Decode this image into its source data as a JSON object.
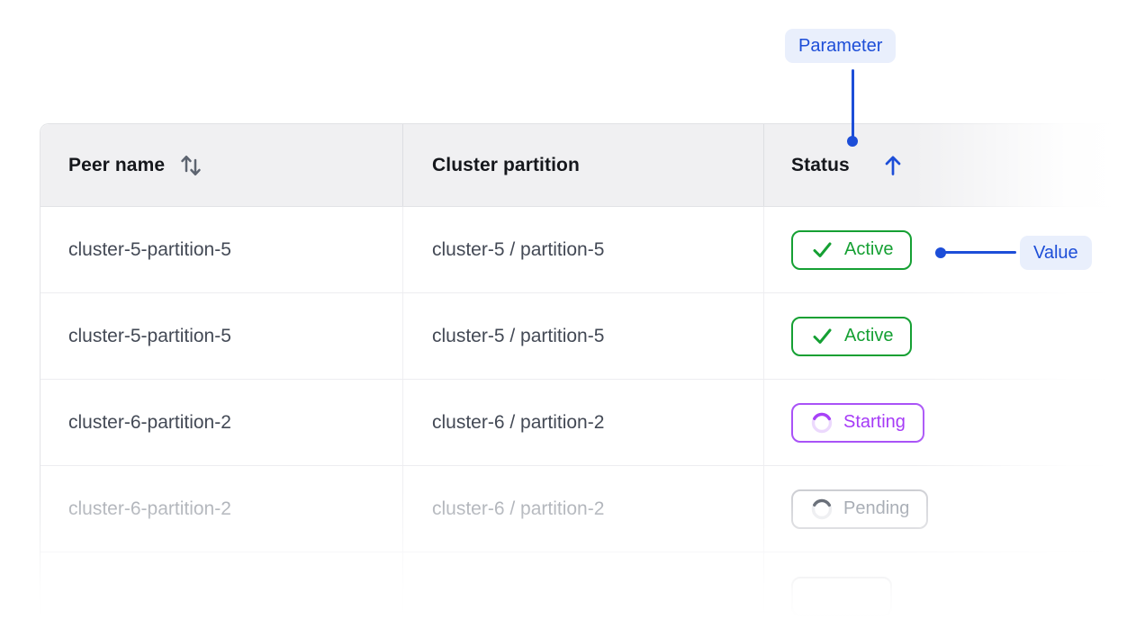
{
  "page": {
    "background": "#ffffff"
  },
  "annotations": {
    "parameter_chip": "Parameter",
    "value_chip": "Value",
    "accent_color": "#1d4ed8",
    "chip_bg": "#e9effc"
  },
  "table": {
    "header": {
      "peer_name": "Peer name",
      "cluster_partition": "Cluster partition",
      "status": "Status",
      "peer_sort_icon": "sort-both-icon",
      "status_sort_icon": "sort-ascending-icon",
      "header_bg": "#f0f0f2"
    },
    "rows": [
      {
        "peer_name": "cluster-5-partition-5",
        "cluster_partition": "cluster-5 / partition-5",
        "status": {
          "label": "Active",
          "kind": "active"
        }
      },
      {
        "peer_name": "cluster-5-partition-5",
        "cluster_partition": "cluster-5 / partition-5",
        "status": {
          "label": "Active",
          "kind": "active"
        }
      },
      {
        "peer_name": "cluster-6-partition-2",
        "cluster_partition": "cluster-6 / partition-2",
        "status": {
          "label": "Starting",
          "kind": "starting"
        }
      },
      {
        "peer_name": "cluster-6-partition-2",
        "cluster_partition": "cluster-6 / partition-2",
        "status": {
          "label": "Pending",
          "kind": "pending"
        }
      }
    ],
    "status_colors": {
      "active": "#15a033",
      "starting": "#a63bf7",
      "pending": "#9aa0a9"
    }
  }
}
